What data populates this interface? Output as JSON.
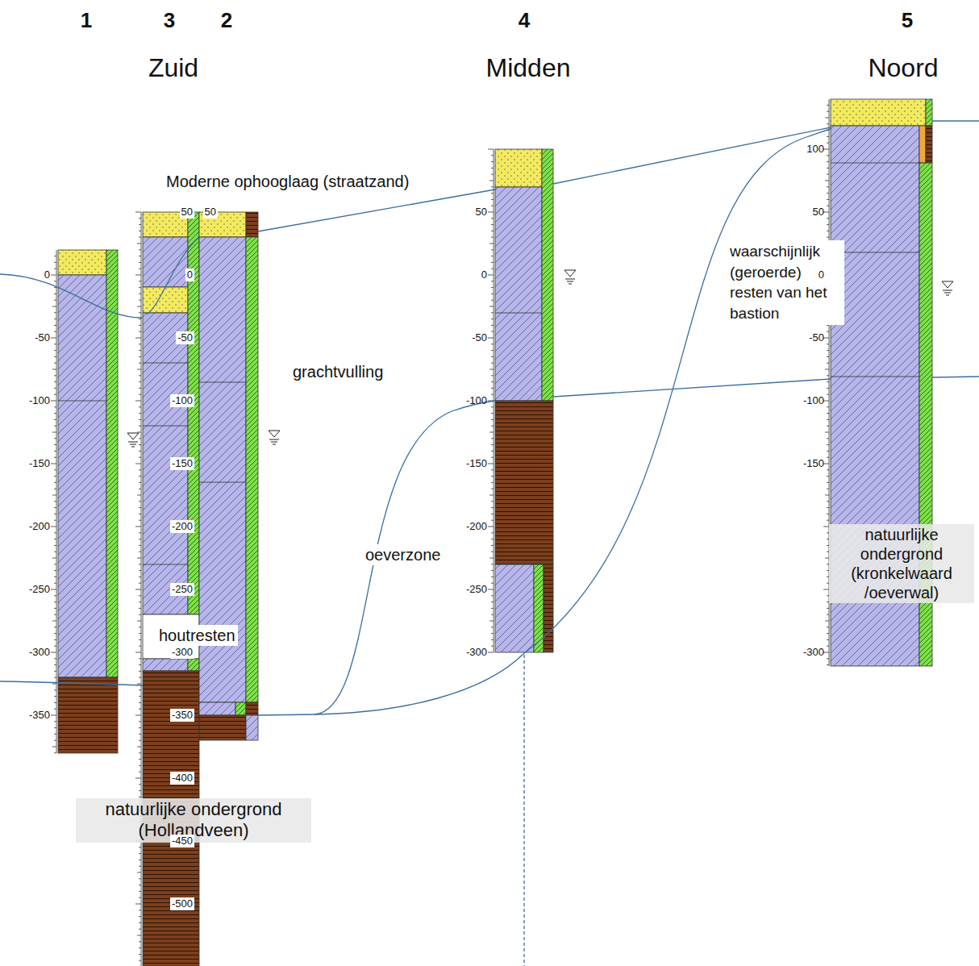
{
  "diagram": {
    "labels": [
      "1",
      "3",
      "2",
      "4",
      "5",
      "Zuid",
      "Midden",
      "Noord",
      "Moderne ophooglaag (straatzand)",
      "grachtvulling",
      "oeverzone",
      "waarschijnlijk (geroerde) resten van het bastion",
      "houtresten",
      "natuurlijke ondergrond (Hollandveen)",
      "natuurlijke ondergrond (kronkelwaard /oeverwal)",
      "0",
      "-50",
      "-100",
      "-150",
      "-200",
      "-250",
      "-300",
      "-350",
      "50",
      "0",
      "-50",
      "-100",
      "-150",
      "-200",
      "-250",
      "-300",
      "-350",
      "-400",
      "-450",
      "-500",
      "50",
      "50",
      "0",
      "-50",
      "-100",
      "-150",
      "-200",
      "-250",
      "-300",
      "100",
      "50",
      "0",
      "-50",
      "-100",
      "-150",
      "-300"
    ]
  }
}
